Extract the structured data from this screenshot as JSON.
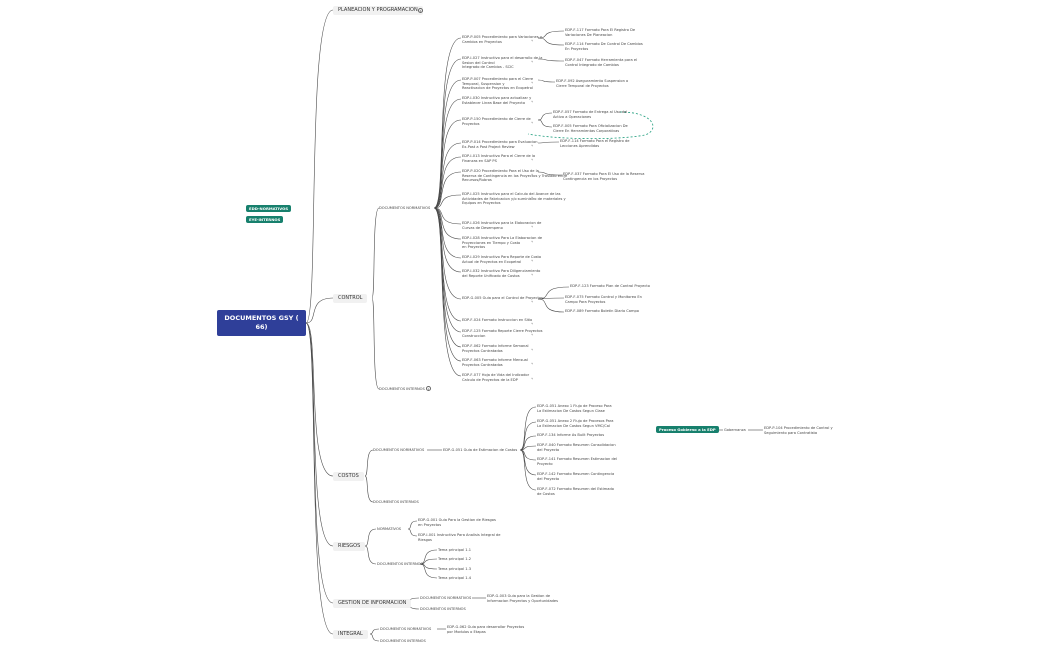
{
  "root": "DOCUMENTOS GSY ( 66)",
  "tags": [
    "EDD-NORMATIVOS",
    "EYE-INTERNOS"
  ],
  "branches": {
    "planeacion": "PLANEACION Y PROGRAMACION",
    "control": "CONTROL",
    "costos": "COSTOS",
    "riesgos": "RIESGOS",
    "gestion": "GESTION DE INFORMACION",
    "integral": "INTEGRAL"
  },
  "badges": {
    "planeacion": "4",
    "control_internos": "1"
  },
  "sub": {
    "normativos": "DOCUMENTOS NORMATIVOS",
    "internos": "DOCUMENTOS INTERNOS",
    "riesgos_normativos": "NORMATIVOS"
  },
  "control_items": [
    "EDP-P-005 Procedimiento para Variaciones y\nCambios en Proyectos",
    "EDP-I-027 Instructivo para el desarrollo de la\nSesion del Control\nIntegrado de Cambios - SCIC",
    "EDP-P-007 Procedimiento para el Cierre\nTemporal, Suspension y\nReactivacion de Proyectos en Ecopetrol",
    "EDP-I-030 Instructivo para actualizar y\nEstablecer Linea Base del Proyecto",
    "EDP-P-150 Procedimiento de Cierre de\nProyectos",
    "EDP-P-014 Procedimiento para Evaluacion\nEx-Post a Post Project Review",
    "EDP-I-013 Instructivo Para el Cierre de la\nFinanzas en SAP PS",
    "EDP-P-020 Procedimiento Para el Uso de la\nReserva de Contingencia en los Proyectos y Traslado entre\nRecursos/Rubros",
    "EDP-I-025 Instructivo para el Calculo del Avance de las\nActividades de Fabricacion y/o suministro de materiales y\nEquipos en Proyectos",
    "EDP-I-026 Instructivo para la Elaboracion de\nCurvas de Desempeno",
    "EDP-I-028 Instructivo Para La Elaboracion de\nProyecciones en Tiempo y Costo\nen Proyectos",
    "EDP-I-029 Instructivo Para Reporte de Costo\nActual de Proyectos en Ecopetrol",
    "EDP-I-032 Instructivo Para Diligenciamiento\ndel Reporte Unificado de Costos",
    "EDP-G-005 Guia para el Control de Proyectos",
    "EDP-F-024 Formato Instruccion en Sitio",
    "EDP-F-125 Formato Reporte Cierre Proyectos\nConstruccion",
    "EDP-F-062 Formato Informe Semanal\nProyectos Contratados",
    "EDP-F-063 Formato Informe Mensual\nProyectos Contratados",
    "EDP-F-077 Hoja de Vida del Indicador\nCalculo de Proyectos de la EDP"
  ],
  "control_details": [
    "EDP-F-117 Formato Para El Registro De\nVariaciones De Planeacion",
    "EDP-F-114 Formato De Control De Cambios\nEn Proyectos",
    "EDP-F-047 Formato Herramienta para el\nControl Integrado de Cambios",
    "EDP-F-092 Aseguramiento Suspension o\nCierre Temporal de Proyectos",
    "EDP-F-057 Formato de Entrega al Uso del\nActivo a Operaciones",
    "EDP-F-005 Formato Para Oficializacion De\nCierre En Herramientas Corporativas",
    "EDP-F-114 Formato Para el Registro de\nLecciones Aprendidas",
    "EDP-F-037 Formato Para El Uso de la Reserva\nContingencia en los Proyectos",
    "EDP-F-123 Formato Plan de Control Proyecto",
    "EDP-F-075 Formato Control y Monitoreo En\nCampo Para Proyectos",
    "EDP-F-089 Formato Boletin Diario Campo"
  ],
  "costos": {
    "guia": "EDP-G-051 Guia de Estimacion de Costos",
    "items": [
      "EDP-G-051 Anexo 1 Flujo de Proceso Para\nLa Estimacion De Costos Segun Clase",
      "EDP-G-051 Anexo 2 Flujo de Procesos Para\nLa Estimacion De Costos Segun VMC/Cal",
      "EDP-F-134 Informe As Built Proyectos",
      "EDP-F-040 Formato Resumen Consolidacion\ndel Proyecto",
      "EDP-F-141 Formato Resumen Estimacion del\nProyecto",
      "EDP-F-142 Formato Resumen Contingencia\ndel Proyecto",
      "EDP-F-072 Formato Resumen del Estimado\nde Costos"
    ],
    "green_tag": "Proceso Gobierno a la EDP",
    "green_label": "Gobernanza",
    "green_doc": "EDP-P-104 Procedimiento de Control y\nSeguimiento para Contratista"
  },
  "riesgos": {
    "normativos": [
      "EDP-G-001 Guia Para la Gestion de Riesgos\nen Proyectos",
      "EDP-I-001 Instructivo Para Analisis Integral de\nRiesgos"
    ],
    "internos": [
      "Tema principal 1.1",
      "Tema principal 1.2",
      "Tema principal 1.3",
      "Tema principal 1.4"
    ]
  },
  "gestion_doc": "EDP-G-003 Guia para la Gestion de\nInformacion Proyectos y Oportunidades",
  "integral_doc": "EDP-G-062 Guia para desarrollar Proyectos\npor Modulos o Etapas"
}
